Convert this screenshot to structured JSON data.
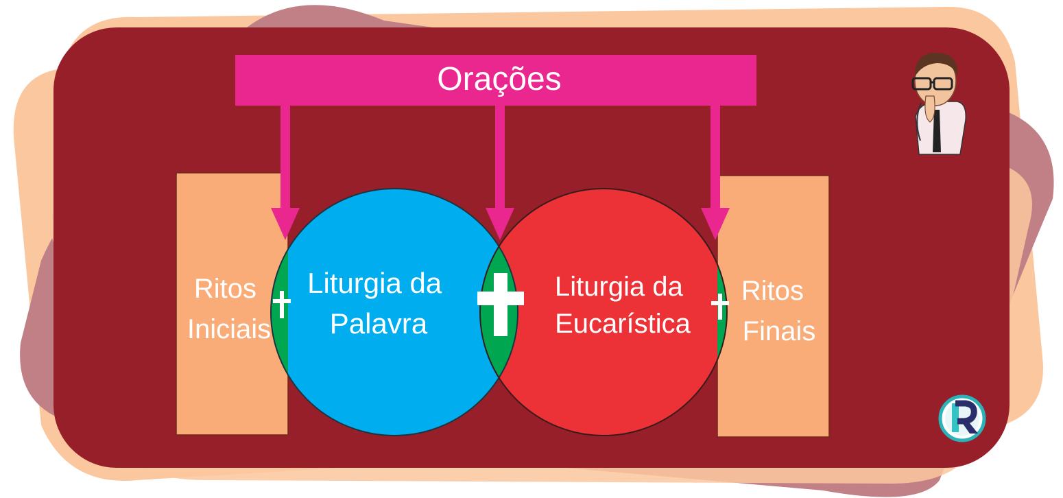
{
  "title": "Orações",
  "blocks": {
    "ritos_iniciais": [
      "Ritos",
      "Iniciais"
    ],
    "liturgia_palavra": [
      "Liturgia da",
      "Palavra"
    ],
    "liturgia_eucaristica": [
      "Liturgia da",
      "Eucarística"
    ],
    "ritos_finais": [
      "Ritos",
      "Finais"
    ]
  },
  "colors": {
    "panel": "#961f29",
    "banner": "#ea268f",
    "rites": "#f9ab78",
    "palavra": "#00aeef",
    "eucaristica": "#ec3237",
    "overlap": "#00a650",
    "backdrop_peach": "#fbc79e",
    "backdrop_rose": "#c17f86"
  },
  "icons": [
    "cross-icon",
    "praying-avatar-icon",
    "r-logo-icon"
  ]
}
